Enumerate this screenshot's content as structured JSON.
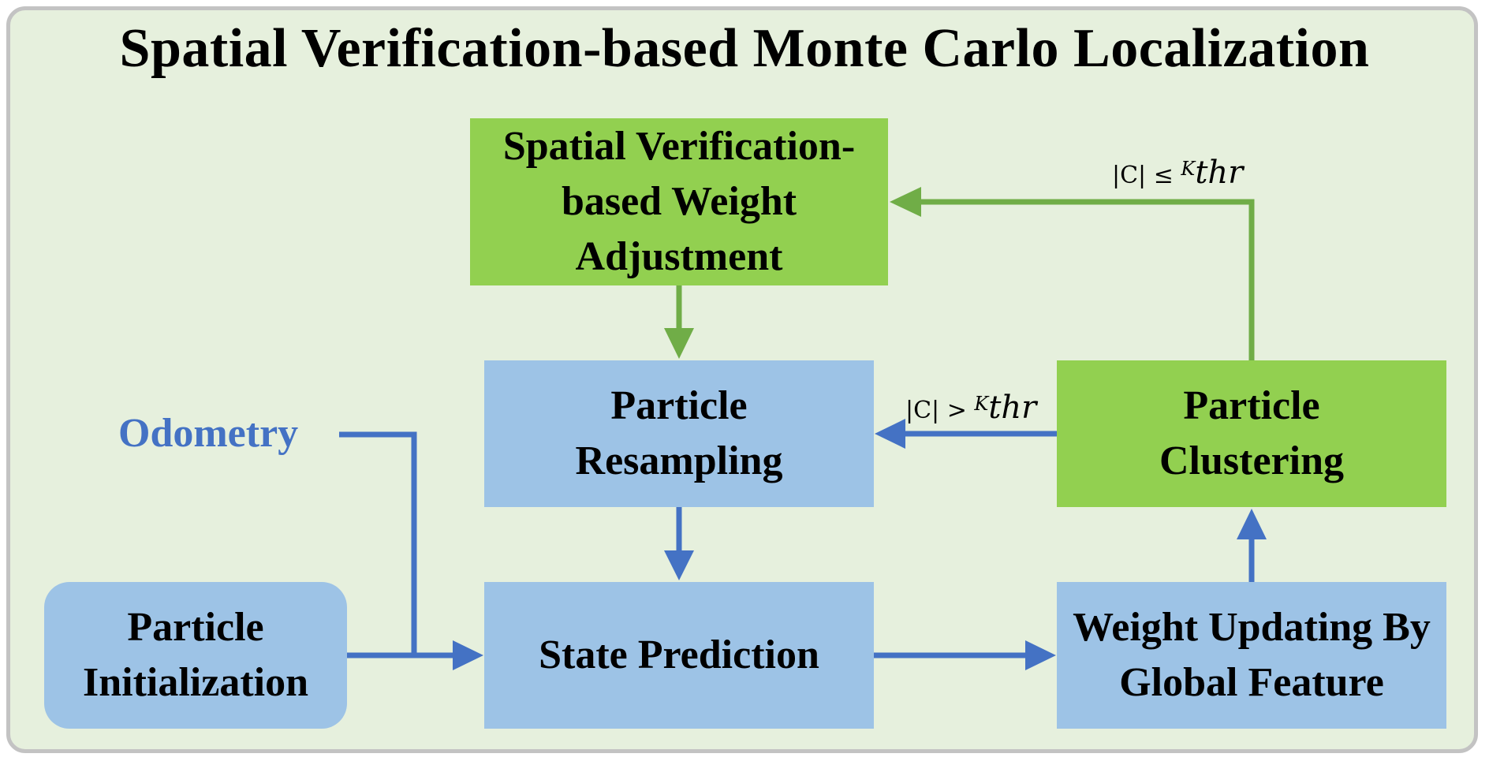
{
  "title": "Spatial Verification-based Monte Carlo Localization",
  "nodes": {
    "weight_adjustment": "Spatial Verification-based Weight Adjustment",
    "particle_resampling": "Particle Resampling",
    "particle_clustering": "Particle Clustering",
    "particle_initialization": "Particle Initialization",
    "state_prediction": "State Prediction",
    "weight_updating": "Weight Updating By Global Feature"
  },
  "inputs": {
    "odometry": "Odometry"
  },
  "conditions": {
    "le": {
      "lhs": "|C|",
      "op": "≤",
      "k": "K",
      "sub": "thr"
    },
    "gt": {
      "lhs": "|C|",
      "op": ">",
      "k": "K",
      "sub": "thr"
    }
  },
  "colors": {
    "background": "#e6f0dd",
    "blue_box": "#9dc3e6",
    "green_box": "#92d050",
    "blue_arrow": "#4472c4",
    "green_arrow": "#70ad47",
    "odometry_text": "#4472c4"
  }
}
